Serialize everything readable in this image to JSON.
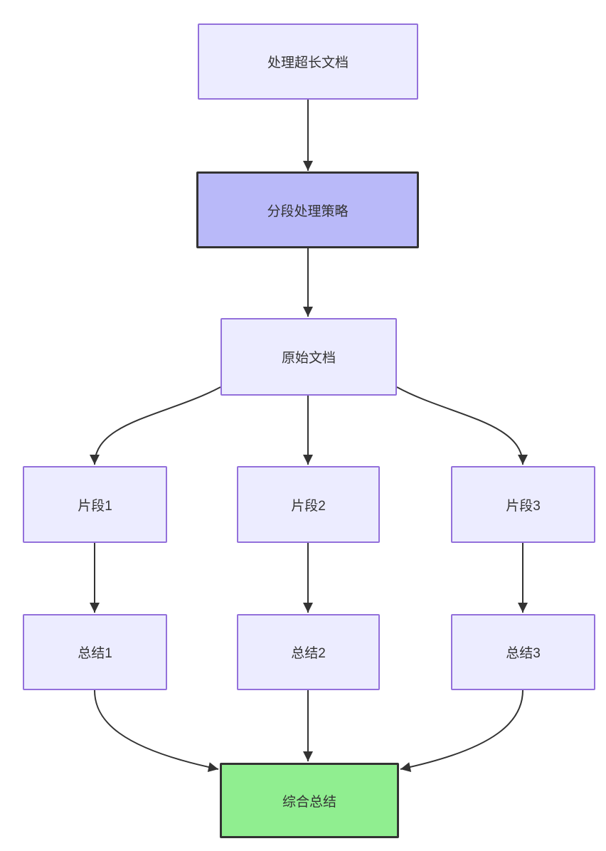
{
  "diagram": {
    "type": "flowchart-top-down",
    "nodes": [
      {
        "id": "A",
        "label": "处理超长文档",
        "style": "default"
      },
      {
        "id": "B",
        "label": "分段处理策略",
        "style": "highlight-purple"
      },
      {
        "id": "C",
        "label": "原始文档",
        "style": "default"
      },
      {
        "id": "D1",
        "label": "片段1",
        "style": "default"
      },
      {
        "id": "D2",
        "label": "片段2",
        "style": "default"
      },
      {
        "id": "D3",
        "label": "片段3",
        "style": "default"
      },
      {
        "id": "E1",
        "label": "总结1",
        "style": "default"
      },
      {
        "id": "E2",
        "label": "总结2",
        "style": "default"
      },
      {
        "id": "E3",
        "label": "总结3",
        "style": "default"
      },
      {
        "id": "F",
        "label": "综合总结",
        "style": "highlight-green"
      }
    ],
    "edges": [
      {
        "from": "A",
        "to": "B"
      },
      {
        "from": "B",
        "to": "C"
      },
      {
        "from": "C",
        "to": "D1"
      },
      {
        "from": "C",
        "to": "D2"
      },
      {
        "from": "C",
        "to": "D3"
      },
      {
        "from": "D1",
        "to": "E1"
      },
      {
        "from": "D2",
        "to": "E2"
      },
      {
        "from": "D3",
        "to": "E3"
      },
      {
        "from": "E1",
        "to": "F"
      },
      {
        "from": "E2",
        "to": "F"
      },
      {
        "from": "E3",
        "to": "F"
      }
    ],
    "colors": {
      "node_fill_default": "#ECECFF",
      "node_border_default": "#9370DB",
      "node_fill_highlight": "#b9b9f9",
      "node_fill_green": "#90EE90",
      "node_border_dark": "#333333",
      "edge_line": "#333333",
      "text": "#333333",
      "background": "#ffffff"
    }
  }
}
